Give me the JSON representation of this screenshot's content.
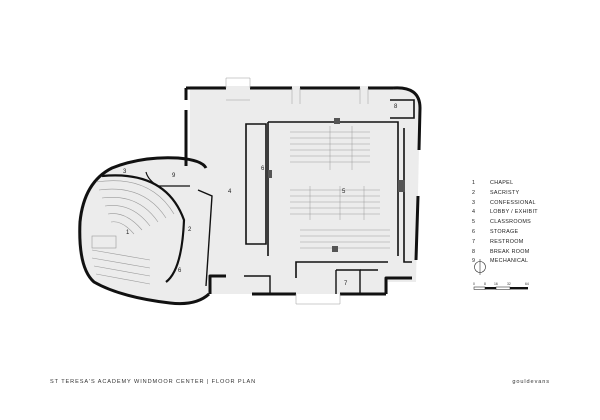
{
  "title": "ST TERESA'S ACADEMY WINDMOOR CENTER | FLOOR PLAN",
  "brand": "gouldevans",
  "colors": {
    "wall": "#111111",
    "floor": "#ececec",
    "line": "#9a9a9a",
    "page": "#ffffff"
  },
  "rooms": [
    {
      "number": "1",
      "label": "CHAPEL"
    },
    {
      "number": "2",
      "label": "SACRISTY"
    },
    {
      "number": "3",
      "label": "CONFESSIONAL"
    },
    {
      "number": "4",
      "label": "LOBBY / EXHIBIT"
    },
    {
      "number": "5",
      "label": "CLASSROOMS"
    },
    {
      "number": "6",
      "label": "STORAGE"
    },
    {
      "number": "7",
      "label": "RESTROOM"
    },
    {
      "number": "8",
      "label": "BREAK ROOM"
    },
    {
      "number": "9",
      "label": "MECHANICAL"
    }
  ],
  "scale_bar": {
    "ticks": [
      "0",
      "8",
      "16",
      "32",
      "64"
    ]
  },
  "north_arrow": "north-arrow"
}
